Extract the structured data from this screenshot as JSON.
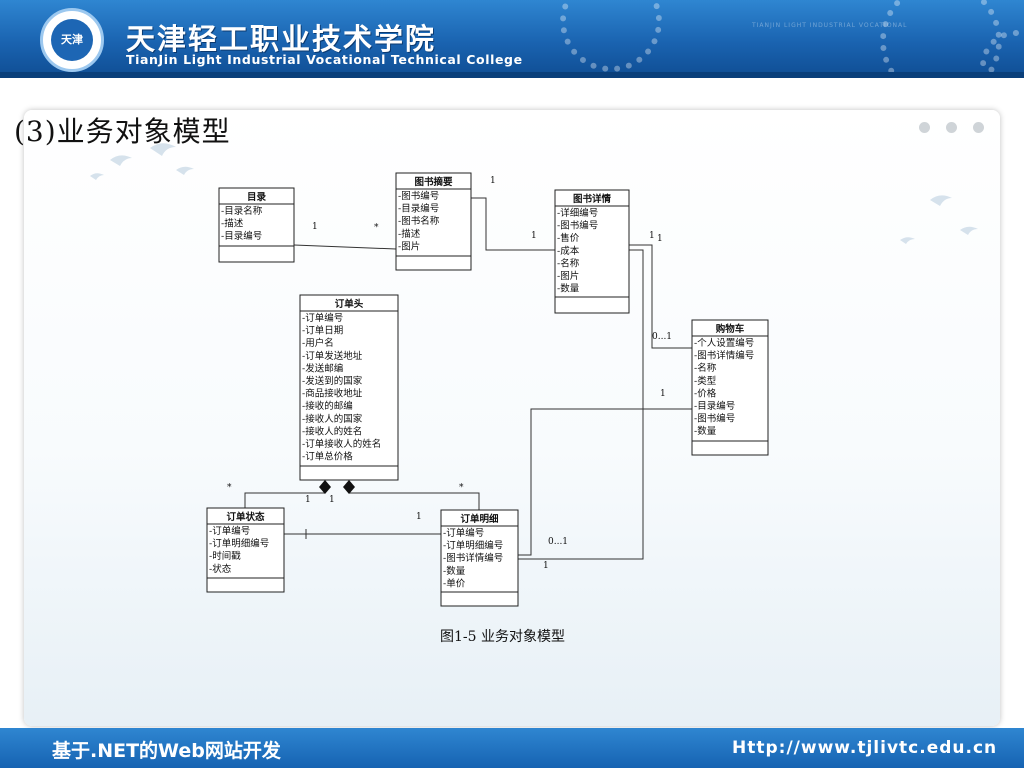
{
  "header": {
    "college_cn": "天津轻工职业技术学院",
    "college_en": "TianJin Light Industrial Vocational Technical College",
    "logo_text": "天津",
    "brand_color": "#1a63b0"
  },
  "slide": {
    "title": "(3)业务对象模型",
    "caption": "图1-5  业务对象模型"
  },
  "diagram": {
    "classes": [
      {
        "title": "目录",
        "attrs": [
          "-目录名称",
          "-描述",
          "-目录编号"
        ]
      },
      {
        "title": "图书摘要",
        "attrs": [
          "-图书编号",
          "-目录编号",
          "-图书名称",
          "-描述",
          "-图片"
        ]
      },
      {
        "title": "图书详情",
        "attrs": [
          "-详细编号",
          "-图书编号",
          "-售价",
          "-成本",
          "-名称",
          "-图片",
          "-数量"
        ]
      },
      {
        "title": "订单头",
        "attrs": [
          "-订单编号",
          "-订单日期",
          "-用户名",
          "-订单发送地址",
          "-发送邮编",
          "-发送到的国家",
          "-商品接收地址",
          "-接收的邮编",
          "-接收人的国家",
          "-接收人的姓名",
          "-订单接收人的姓名",
          "-订单总价格"
        ]
      },
      {
        "title": "购物车",
        "attrs": [
          "-个人设置编号",
          "-图书详情编号",
          "-名称",
          "-类型",
          "-价格",
          "-目录编号",
          "-图书编号",
          "-数量"
        ]
      },
      {
        "title": "订单状态",
        "attrs": [
          "-订单编号",
          "-订单明细编号",
          "-时间戳",
          "-状态"
        ]
      },
      {
        "title": "订单明细",
        "attrs": [
          "-订单编号",
          "-订单明细编号",
          "-图书详情编号",
          "-数量",
          "-单价"
        ]
      }
    ],
    "multiplicities": [
      "1",
      "1",
      "*",
      "1",
      "1",
      "1",
      "0...1",
      "1",
      "*",
      "*",
      "1",
      "1",
      "1",
      "0...1",
      "1"
    ]
  },
  "footer": {
    "course": "基于.NET的Web网站开发",
    "url": "Http://www.tjlivtc.edu.cn"
  }
}
